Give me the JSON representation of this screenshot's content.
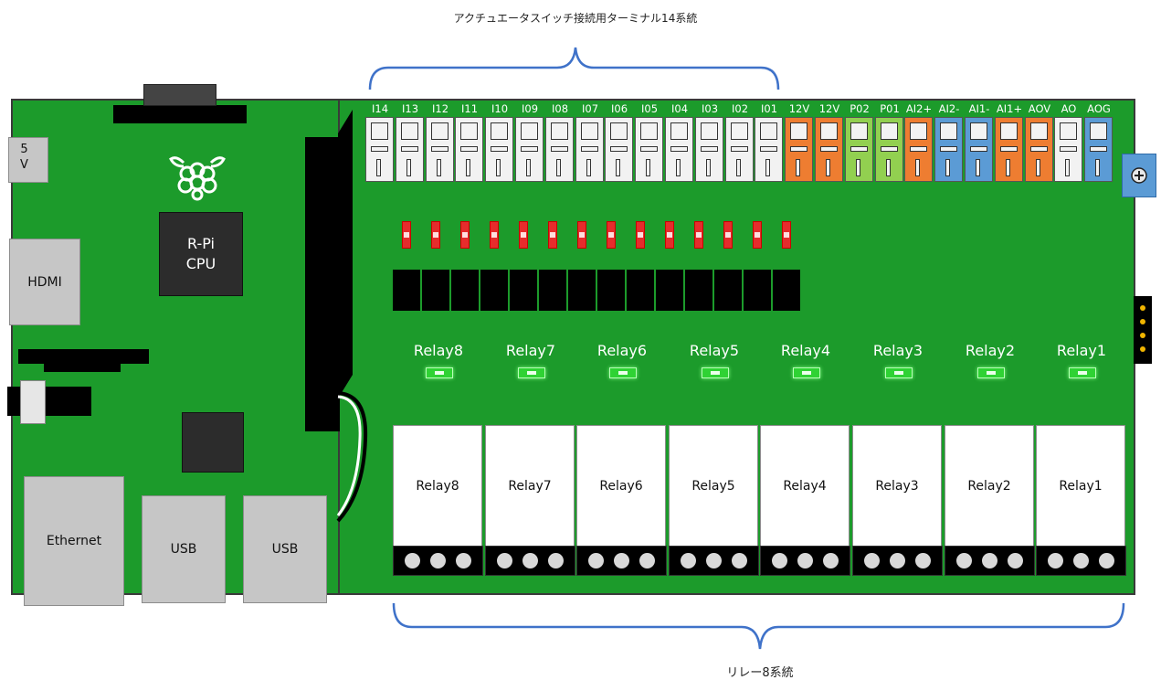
{
  "captions": {
    "top": "アクチュエータスイッチ接続用ターミナル14系統",
    "bottom": "リレー8系統"
  },
  "rpi": {
    "power_label": "5\nV",
    "hdmi_label": "HDMI",
    "cpu_label": "R-Pi\nCPU",
    "ethernet_label": "Ethernet",
    "usb1_label": "USB",
    "usb2_label": "USB"
  },
  "terminals": [
    {
      "label": "I14",
      "color": "white"
    },
    {
      "label": "I13",
      "color": "white"
    },
    {
      "label": "I12",
      "color": "white"
    },
    {
      "label": "I11",
      "color": "white"
    },
    {
      "label": "I10",
      "color": "white"
    },
    {
      "label": "I09",
      "color": "white"
    },
    {
      "label": "I08",
      "color": "white"
    },
    {
      "label": "I07",
      "color": "white"
    },
    {
      "label": "I06",
      "color": "white"
    },
    {
      "label": "I05",
      "color": "white"
    },
    {
      "label": "I04",
      "color": "white"
    },
    {
      "label": "I03",
      "color": "white"
    },
    {
      "label": "I02",
      "color": "white"
    },
    {
      "label": "I01",
      "color": "white"
    },
    {
      "label": "12V",
      "color": "orange"
    },
    {
      "label": "12V",
      "color": "orange"
    },
    {
      "label": "P02",
      "color": "lime"
    },
    {
      "label": "P01",
      "color": "lime"
    },
    {
      "label": "AI2+",
      "color": "orange"
    },
    {
      "label": "AI2-",
      "color": "blue"
    },
    {
      "label": "AI1-",
      "color": "blue"
    },
    {
      "label": "AI1+",
      "color": "orange"
    },
    {
      "label": "AOV",
      "color": "orange"
    },
    {
      "label": "AO",
      "color": "white"
    },
    {
      "label": "AOG",
      "color": "blue"
    }
  ],
  "terminal_colors": {
    "white": "#f2f2f2",
    "orange": "#ee7d31",
    "lime": "#92d050",
    "blue": "#5b9bd5"
  },
  "relays": [
    "Relay8",
    "Relay7",
    "Relay6",
    "Relay5",
    "Relay4",
    "Relay3",
    "Relay2",
    "Relay1"
  ],
  "colors": {
    "board_green": "#1c9b2b",
    "brace_blue": "#3f72c9",
    "led_red": "#e62c2c",
    "led_green": "#2fd234"
  },
  "icons": {
    "raspberry_logo": "raspberry-logo-icon",
    "screw": "screw-terminal-plus-icon"
  }
}
